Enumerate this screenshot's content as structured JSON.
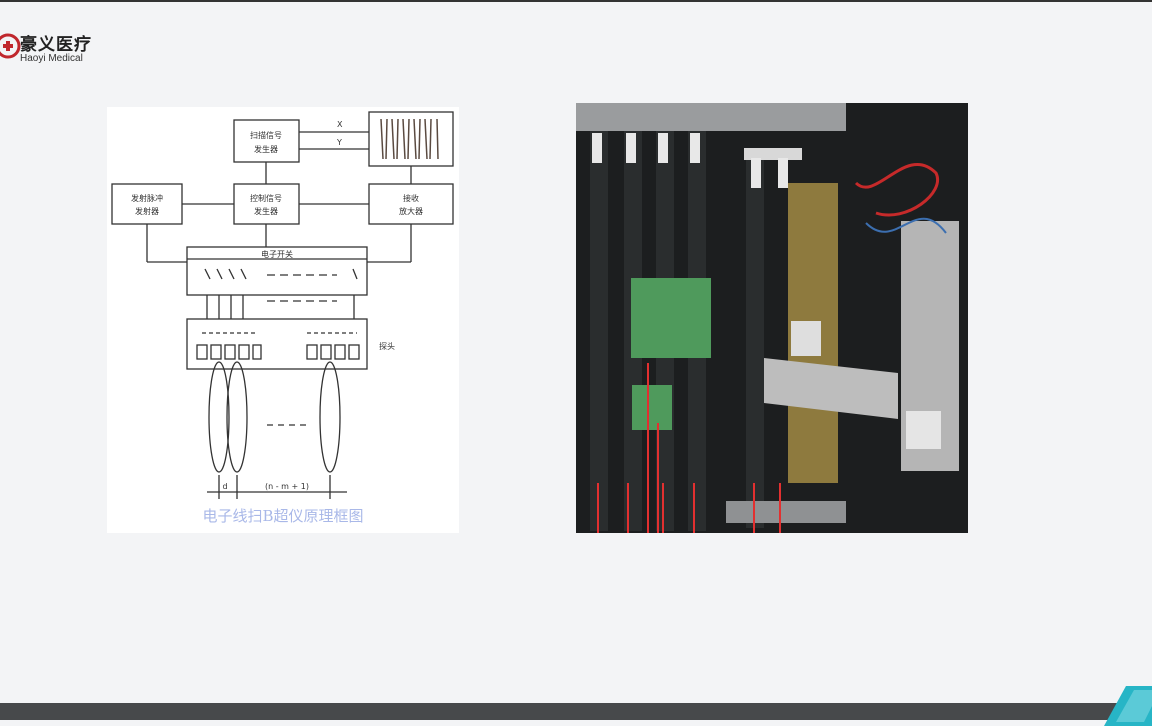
{
  "brand": {
    "name_cn": "豪义医疗",
    "name_en": "Haoyi Medical"
  },
  "diagram": {
    "caption": "电子线扫B超仪原理框图",
    "blocks": {
      "scan_generator": [
        "扫描信号",
        "发生器"
      ],
      "tx_pulse": [
        "发射脉冲",
        "发射器"
      ],
      "control": [
        "控制信号",
        "发生器"
      ],
      "rx_amp": [
        "接收",
        "放大器"
      ],
      "switch": "电子开关",
      "probe": "探头"
    },
    "signals": {
      "x": "X",
      "y": "Y"
    },
    "dims": {
      "d": "d",
      "span": "(n - m + 1)"
    }
  },
  "colors": {
    "background": "#f3f4f6",
    "caption": "#a9b8e8",
    "bottom_bar": "#47494b",
    "accent": "#27b5c6",
    "logo_red": "#c0272d"
  },
  "icons": {
    "logo": "haoyi-logo-icon",
    "accent": "corner-accent-icon"
  }
}
